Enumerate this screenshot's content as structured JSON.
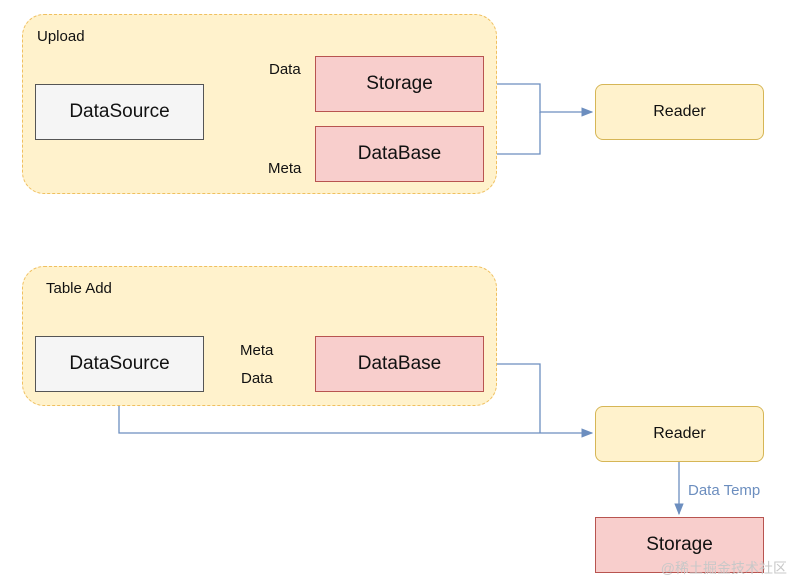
{
  "colors": {
    "group_fill": "#fff2cc",
    "group_border": "#f0c060",
    "source_fill": "#f5f5f5",
    "storage_fill": "#f8cecc",
    "storage_border": "#b85450",
    "reader_fill": "#fff2cc",
    "reader_border": "#d6b656",
    "edge": "#6c8ebf"
  },
  "upload": {
    "title": "Upload",
    "datasource": "DataSource",
    "storage": "Storage",
    "database": "DataBase",
    "edge_data": "Data",
    "edge_meta": "Meta",
    "reader": "Reader"
  },
  "table_add": {
    "title": "Table Add",
    "datasource": "DataSource",
    "database": "DataBase",
    "edge_meta": "Meta",
    "edge_data": "Data",
    "reader": "Reader",
    "edge_data_temp": "Data Temp",
    "storage": "Storage"
  },
  "watermark": "@稀土掘金技术社区"
}
